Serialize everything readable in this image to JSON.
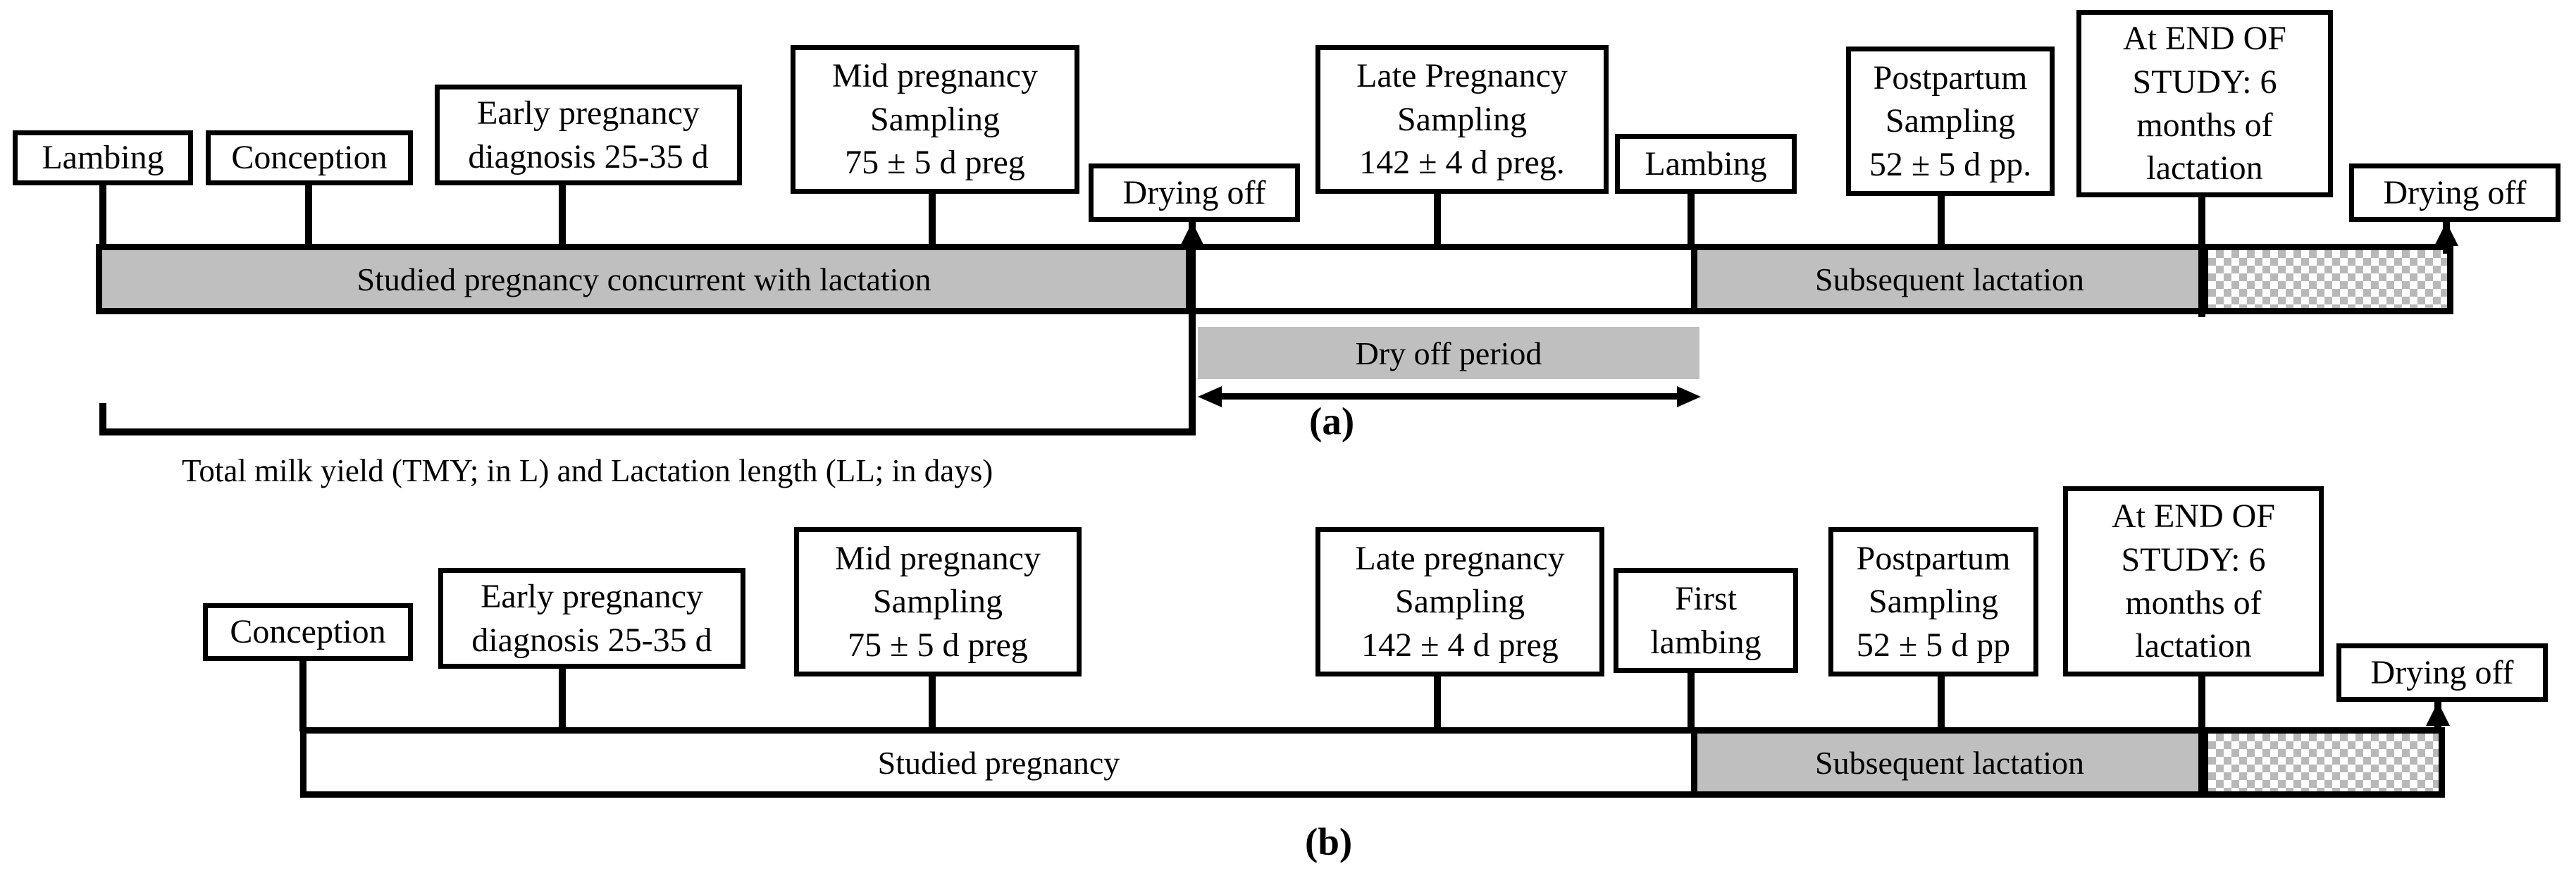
{
  "figure": {
    "panel_a": {
      "label": "(a)",
      "events": {
        "lambing": "Lambing",
        "conception": "Conception",
        "early_pregnancy": "Early pregnancy\ndiagnosis 25-35 d",
        "mid_pregnancy": "Mid pregnancy\nSampling\n75 ± 5 d preg",
        "drying_off": "Drying off",
        "late_pregnancy": "Late Pregnancy\nSampling\n142 ± 4 d preg.",
        "second_lambing": "Lambing",
        "postpartum": "Postpartum\nSampling\n52 ± 5 d pp.",
        "end_of_study": "At END OF\nSTUDY: 6\nmonths of\nlactation",
        "drying_off_end": "Drying off"
      },
      "bar": {
        "studied_pregnancy": "Studied pregnancy concurrent with lactation",
        "subsequent_lactation": "Subsequent lactation"
      },
      "dry_off_period": "Dry off period",
      "bracket_caption": "Total milk yield (TMY; in L) and Lactation length (LL; in days)"
    },
    "panel_b": {
      "label": "(b)",
      "events": {
        "conception": "Conception",
        "early_pregnancy": "Early pregnancy\ndiagnosis 25-35 d",
        "mid_pregnancy": "Mid pregnancy\nSampling\n75 ± 5 d preg",
        "late_pregnancy": "Late pregnancy\nSampling\n142 ± 4 d preg",
        "first_lambing": "First\nlambing",
        "postpartum": "Postpartum\nSampling\n52 ± 5 d pp",
        "end_of_study": "At END OF\nSTUDY: 6\nmonths of\nlactation",
        "drying_off": "Drying off"
      },
      "bar": {
        "studied_pregnancy": "Studied pregnancy",
        "subsequent_lactation": "Subsequent lactation"
      }
    },
    "colors": {
      "segment_gray": "#bfbfbf",
      "hatch_gray": "#b8b8b8",
      "outline": "#000000",
      "background": "#ffffff"
    }
  }
}
